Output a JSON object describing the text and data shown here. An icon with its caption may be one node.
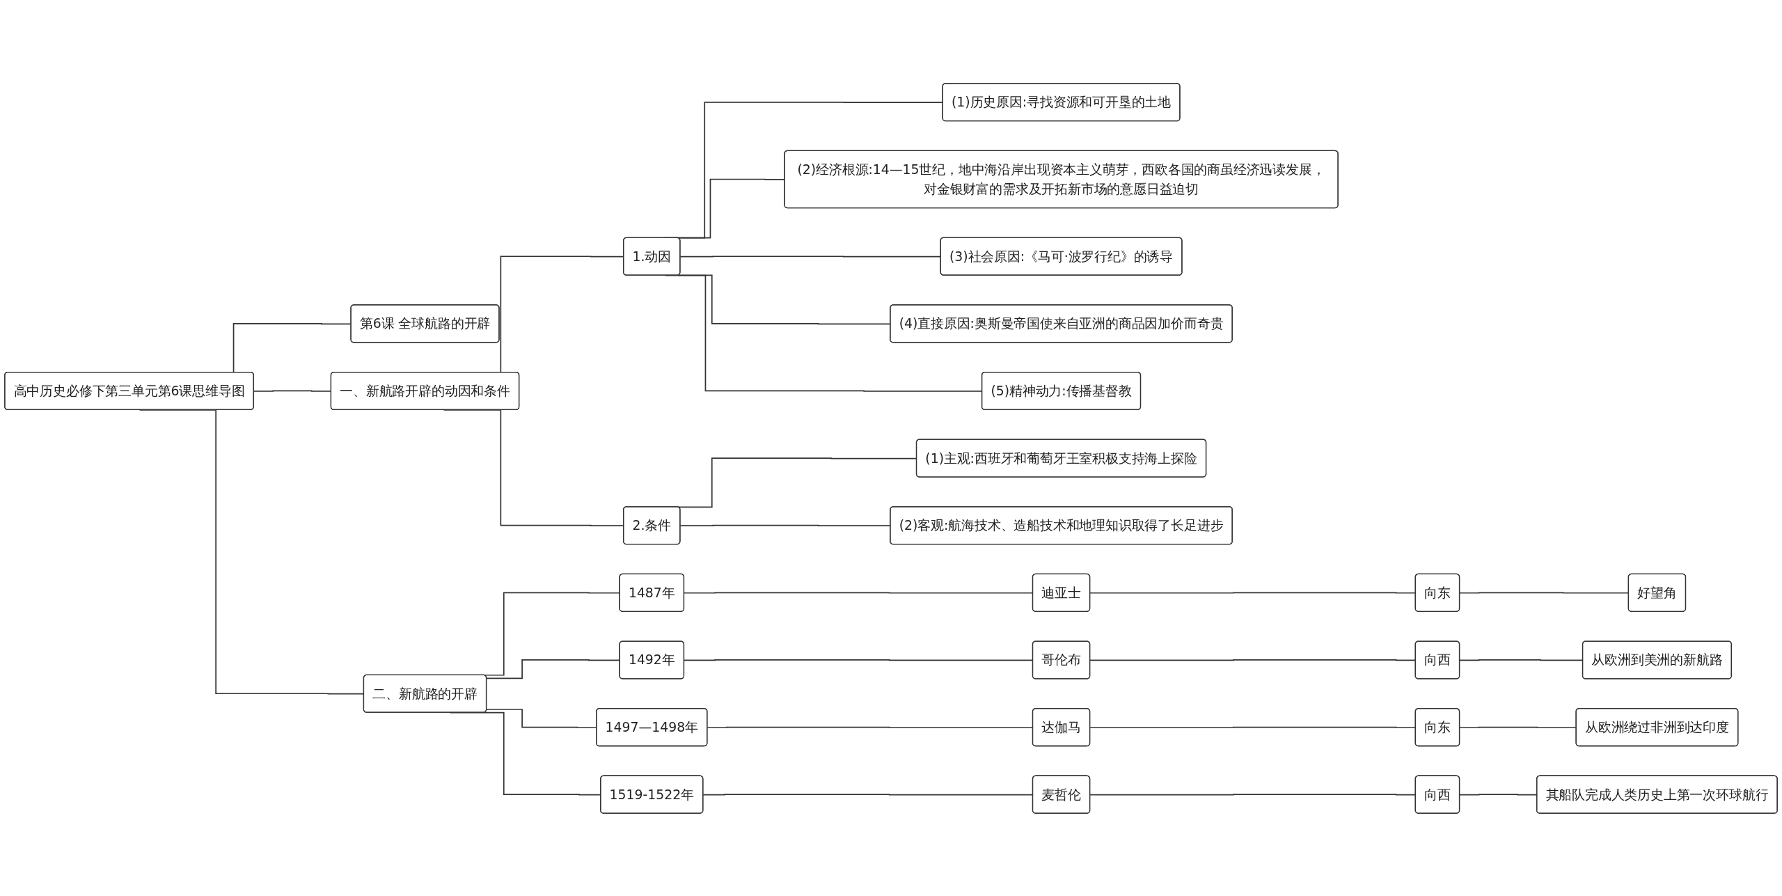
{
  "diagram": {
    "nodes": [
      {
        "text": [
          "高中历史必修下第三单元第6课思维导图"
        ]
      },
      {
        "text": [
          "第6课 全球航路的开辟"
        ]
      },
      {
        "text": [
          "一、新航路开辟的动因和条件"
        ]
      },
      {
        "text": [
          "1.动因"
        ]
      },
      {
        "text": [
          "(1)历史原因:寻找资源和可开垦的土地"
        ]
      },
      {
        "text": [
          "(2)经济根源:14—15世纪，地中海沿岸出现资本主义萌芽，西欧各国的商虽经济迅读发展，对金银财富的需求及开拓新市场的意愿日益迫切"
        ]
      },
      {
        "text": [
          "(3)社会原因:《马可·波罗行纪》的诱导"
        ]
      },
      {
        "text": [
          "(4)直接原因:奥斯曼帝国使来自亚洲的商品因加价而奇贵"
        ]
      },
      {
        "text": [
          "(5)精神动力:传播基督教"
        ]
      },
      {
        "text": [
          "2.条件"
        ]
      },
      {
        "text": [
          "(1)主观:西班牙和葡萄牙王室积极支持海上探险"
        ]
      },
      {
        "text": [
          "(2)客观:航海技术、造船技术和地理知识取得了长足进步"
        ]
      },
      {
        "text": [
          "二、新航路的开辟"
        ]
      },
      {
        "text": [
          "1487年"
        ]
      },
      {
        "text": [
          "迪亚士"
        ]
      },
      {
        "text": [
          "向东"
        ]
      },
      {
        "text": [
          "好望角"
        ]
      },
      {
        "text": [
          "1492年"
        ]
      },
      {
        "text": [
          "哥伦布"
        ]
      },
      {
        "text": [
          "向西"
        ]
      },
      {
        "text": [
          "从欧洲到美洲的新航路"
        ]
      },
      {
        "text": [
          "1497—1498年"
        ]
      },
      {
        "text": [
          "达伽马"
        ]
      },
      {
        "text": [
          "向东"
        ]
      },
      {
        "text": [
          "从欧洲绕过非洲到达印度"
        ]
      },
      {
        "text": [
          "1519-1522年"
        ]
      },
      {
        "text": [
          "麦哲伦"
        ]
      },
      {
        "text": [
          "向西"
        ]
      },
      {
        "text": [
          "其船队完成人类历史上第一次环球航行"
        ]
      }
    ],
    "edges": [
      {
        "from": 0,
        "to": 1,
        "arrow": "none"
      },
      {
        "from": 0,
        "to": 2,
        "arrow": "none"
      },
      {
        "from": 0,
        "to": 12,
        "arrow": "none"
      },
      {
        "from": 2,
        "to": 3,
        "arrow": "none"
      },
      {
        "from": 2,
        "to": 9,
        "arrow": "none"
      },
      {
        "from": 3,
        "to": 4,
        "arrow": "none"
      },
      {
        "from": 3,
        "to": 5,
        "arrow": "none"
      },
      {
        "from": 3,
        "to": 6,
        "arrow": "none"
      },
      {
        "from": 3,
        "to": 7,
        "arrow": "none"
      },
      {
        "from": 3,
        "to": 8,
        "arrow": "none"
      },
      {
        "from": 9,
        "to": 10,
        "arrow": "none"
      },
      {
        "from": 9,
        "to": 11,
        "arrow": "none"
      },
      {
        "from": 12,
        "to": 13,
        "arrow": "none"
      },
      {
        "from": 12,
        "to": 17,
        "arrow": "none"
      },
      {
        "from": 12,
        "to": 21,
        "arrow": "none"
      },
      {
        "from": 12,
        "to": 25,
        "arrow": "none"
      },
      {
        "from": 13,
        "to": 14,
        "arrow": "none"
      },
      {
        "from": 14,
        "to": 15,
        "arrow": "none"
      },
      {
        "from": 15,
        "to": 16,
        "arrow": "none"
      },
      {
        "from": 17,
        "to": 18,
        "arrow": "none"
      },
      {
        "from": 18,
        "to": 19,
        "arrow": "none"
      },
      {
        "from": 19,
        "to": 20,
        "arrow": "none"
      },
      {
        "from": 21,
        "to": 22,
        "arrow": "none"
      },
      {
        "from": 22,
        "to": 23,
        "arrow": "none"
      },
      {
        "from": 23,
        "to": 24,
        "arrow": "none"
      },
      {
        "from": 25,
        "to": 26,
        "arrow": "none"
      },
      {
        "from": 26,
        "to": 27,
        "arrow": "none"
      },
      {
        "from": 27,
        "to": 28,
        "arrow": "none"
      }
    ]
  }
}
